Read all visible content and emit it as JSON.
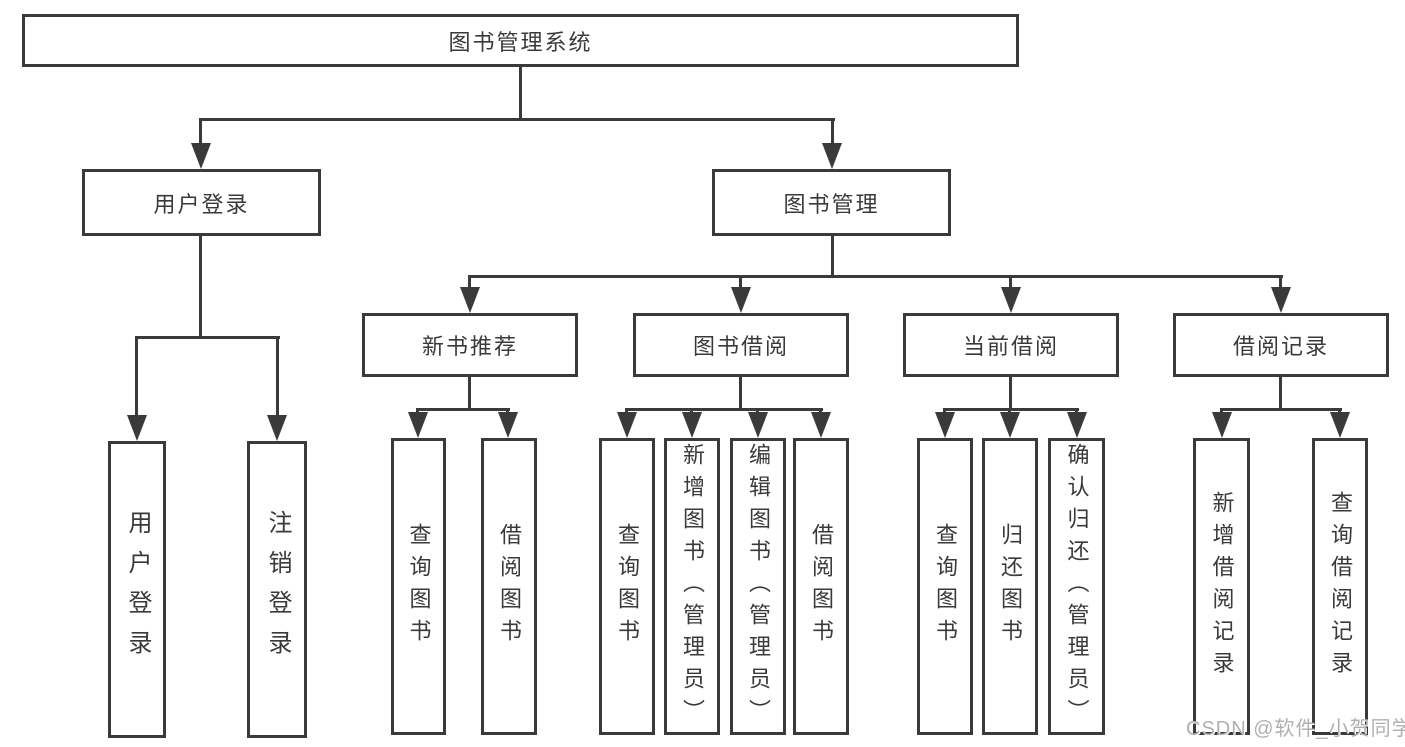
{
  "diagram": {
    "root": {
      "label": "图书管理系统"
    },
    "user_branch": {
      "label": "用户登录",
      "children": [
        "用户登录",
        "注销登录"
      ]
    },
    "management_branch": {
      "label": "图书管理",
      "modules": [
        {
          "label": "新书推荐",
          "children": [
            "查询图书",
            "借阅图书"
          ]
        },
        {
          "label": "图书借阅",
          "children": [
            "查询图书",
            "新增图书（管理员）",
            "编辑图书（管理员）",
            "借阅图书"
          ]
        },
        {
          "label": "当前借阅",
          "children": [
            "查询图书",
            "归还图书",
            "确认归还（管理员）"
          ]
        },
        {
          "label": "借阅记录",
          "children": [
            "新增借阅记录",
            "查询借阅记录"
          ]
        }
      ]
    },
    "watermark": "CSDN @软件_小贺同学",
    "colors": {
      "line": "#3a3a3a",
      "text": "#3a3a3a",
      "background": "#ffffff",
      "watermark": "#b0b0b0"
    }
  }
}
